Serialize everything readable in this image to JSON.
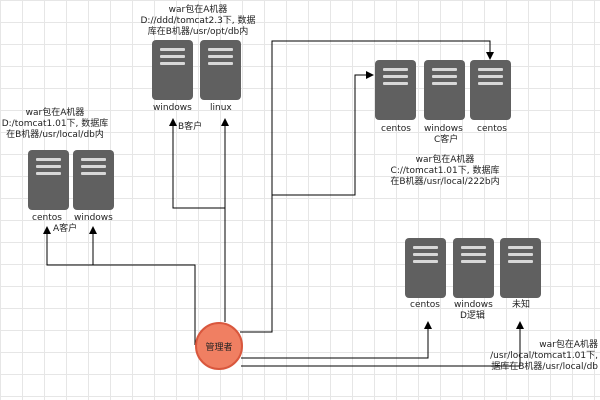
{
  "admin": {
    "label": "管理者"
  },
  "groups": {
    "a": {
      "title": "A客户",
      "note": [
        "war包在A机器",
        "D:/tomcat1.01下, 数据库",
        "在B机器/usr/local/db内"
      ],
      "servers": [
        "centos",
        "windows"
      ]
    },
    "b": {
      "title": "B客户",
      "note": [
        "war包在A机器",
        "D://ddd/tomcat2.3下, 数据",
        "库在B机器/usr/opt/db内"
      ],
      "servers": [
        "windows",
        "linux"
      ]
    },
    "c": {
      "title": "C客户",
      "note": [
        "war包在A机器",
        "C://tomcat1.01下, 数据库",
        "在B机器/usr/local/222b内"
      ],
      "servers": [
        "centos",
        "windows",
        "centos"
      ]
    },
    "d": {
      "title": "D逻辑",
      "note": [
        "war包在A机器",
        "/usr/local/tomcat1.01下,",
        "据库在B机器/usr/local/db"
      ],
      "servers": [
        "centos",
        "windows",
        "未知"
      ]
    }
  },
  "colors": {
    "server": "#606060",
    "admin_fill": "#f07f62",
    "admin_border": "#d9573d",
    "line": "#000000"
  }
}
